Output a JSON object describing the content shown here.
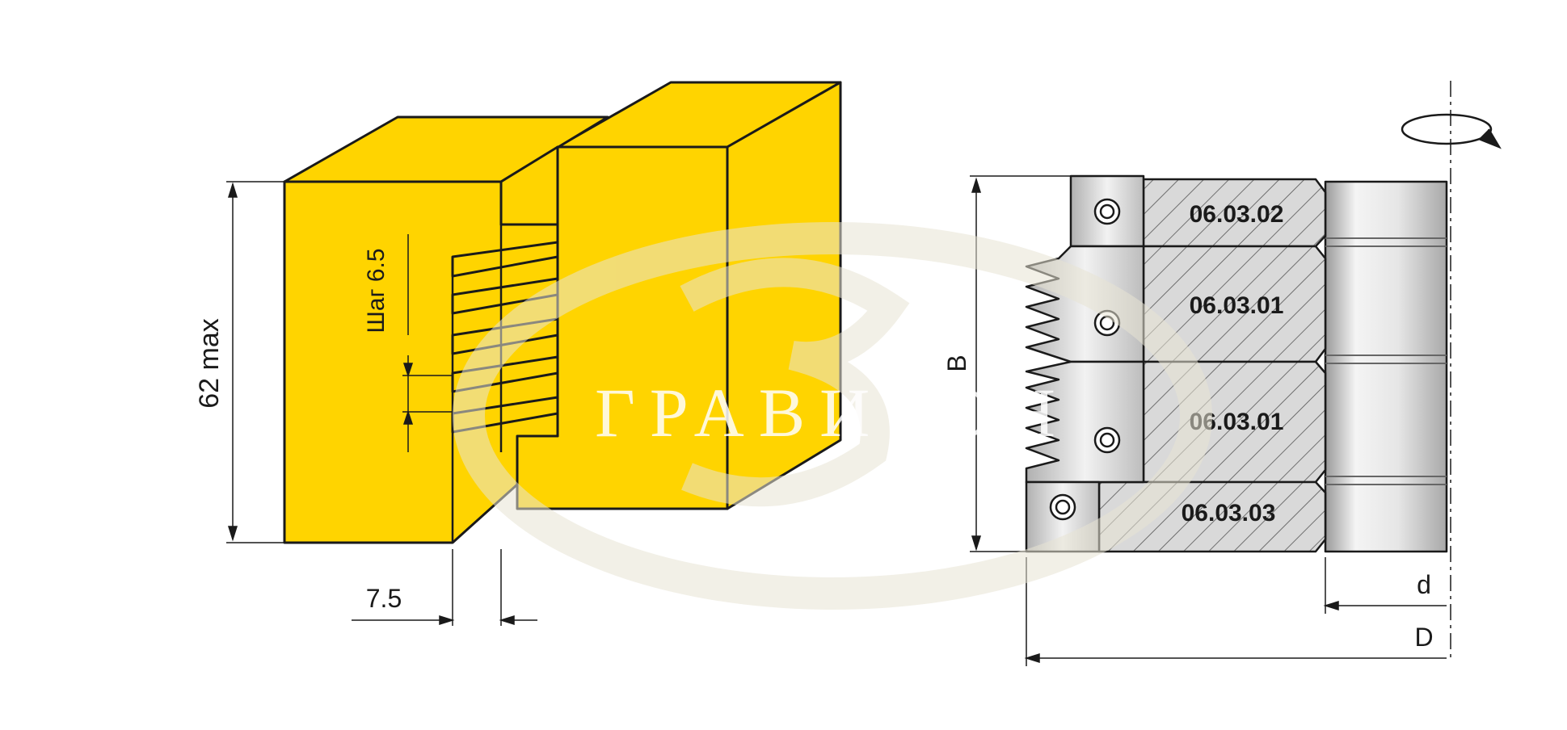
{
  "colors": {
    "yellow": "#FFD400",
    "outline": "#1a1a1a",
    "steel_light": "#e8e8e8",
    "steel_dark": "#b5b5b5",
    "body_fill": "#d9d9d9",
    "watermark": "#e8e4d4"
  },
  "left_drawing": {
    "dim_height": "62 max",
    "dim_pitch": "Шаг 6.5",
    "dim_width": "7.5"
  },
  "right_drawing": {
    "dim_B": "B",
    "dim_d": "d",
    "dim_D": "D",
    "parts": [
      "06.03.02",
      "06.03.01",
      "06.03.01",
      "06.03.03"
    ],
    "rotation_icon": "rotation-arrow-icon"
  },
  "watermark": {
    "text": "ГРАВИТОН"
  }
}
